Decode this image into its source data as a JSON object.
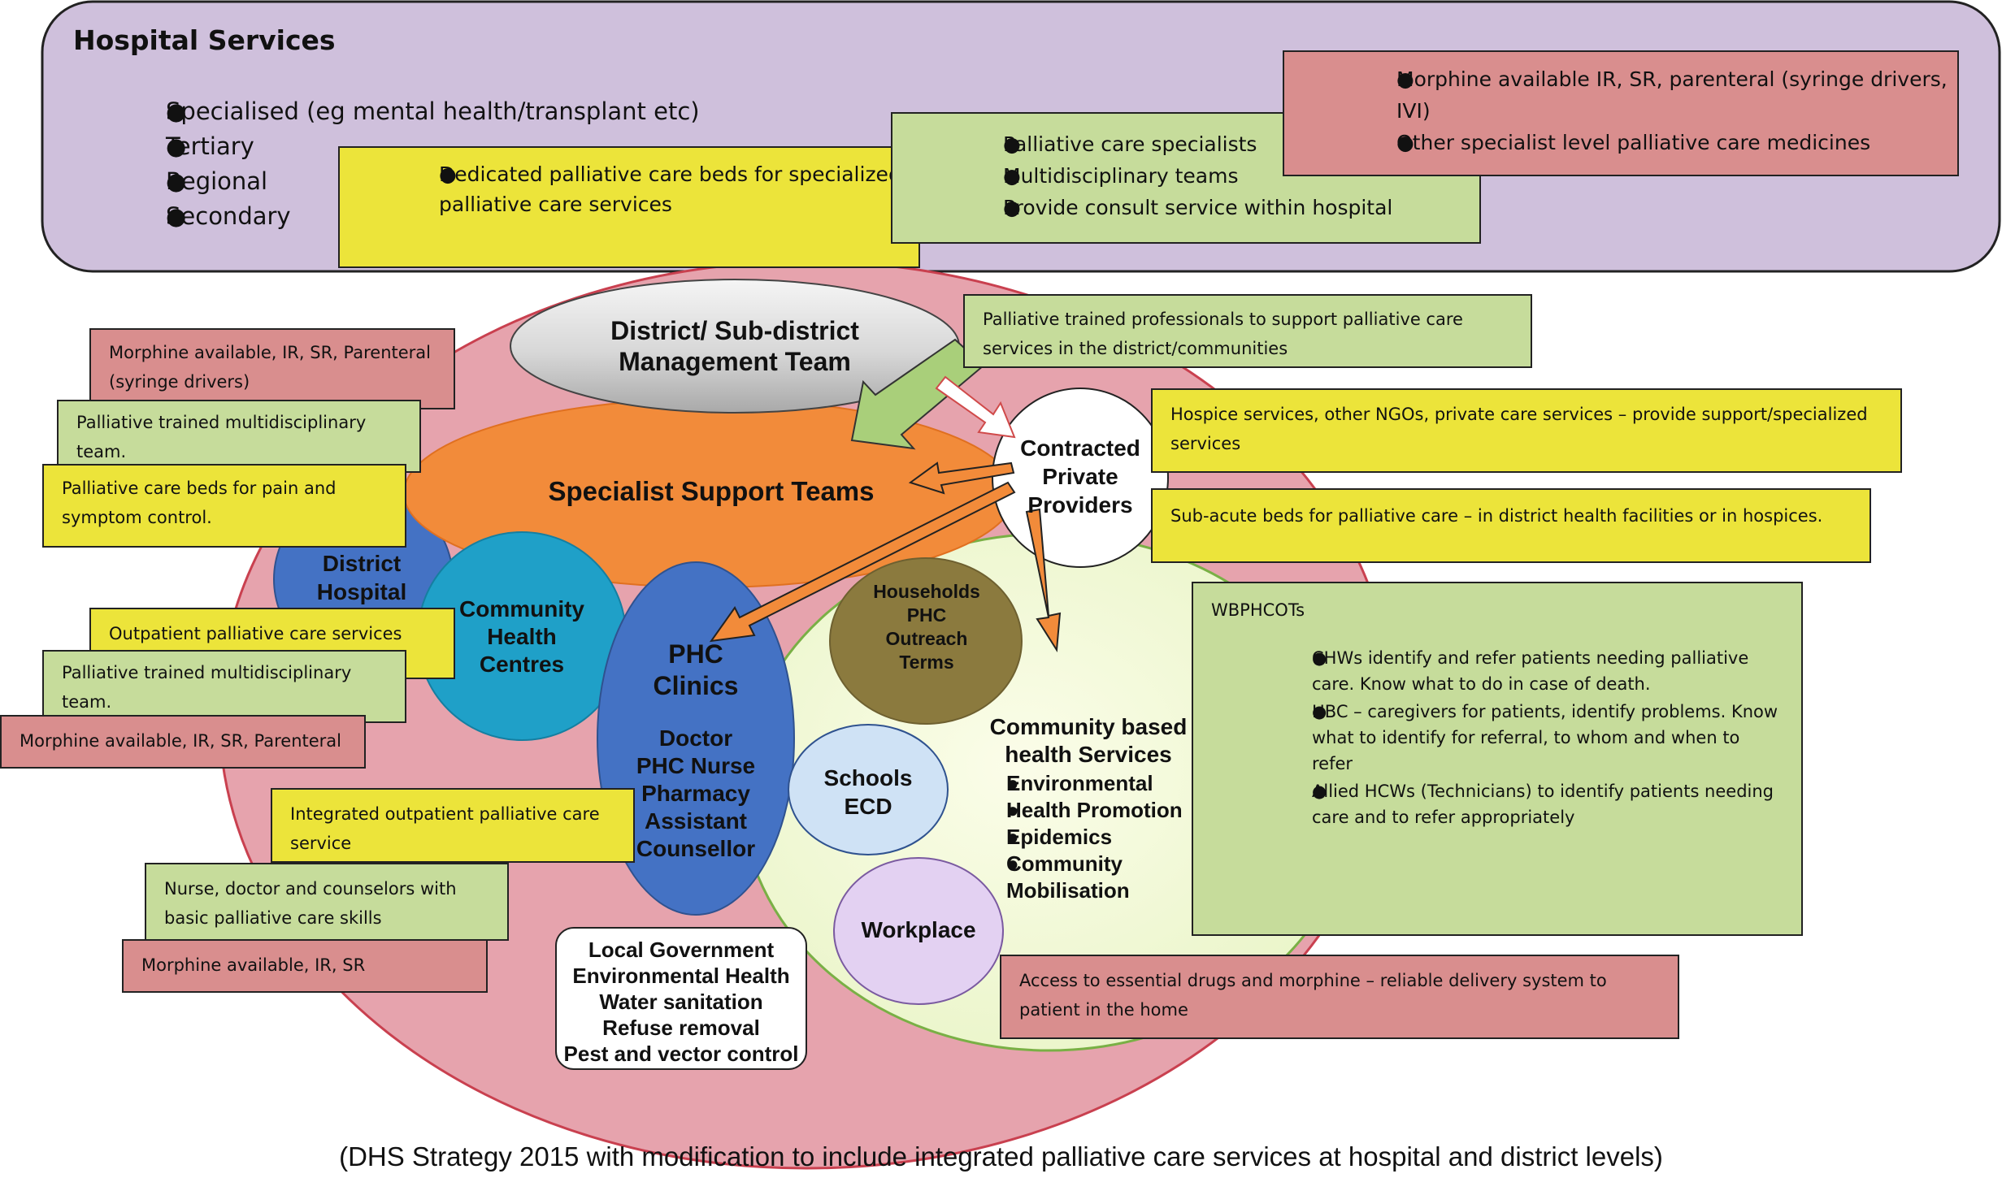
{
  "hospital_services": {
    "title": "Hospital Services",
    "levels": [
      "Specialised (eg mental health/transplant etc)",
      "Tertiary",
      "Regional",
      "Secondary"
    ],
    "beds_box": [
      "Dedicated palliative care beds for specialized palliative care services"
    ],
    "specialists_box": [
      "Palliative care specialists",
      "Multidisciplinary teams",
      "Provide consult service within hospital"
    ],
    "medicines_box": [
      "Morphine available IR, SR, parenteral (syringe drivers, IVI)",
      "Other specialist level palliative care medicines"
    ]
  },
  "district": {
    "management_team": [
      "District/ Sub-district",
      "Management Team"
    ],
    "management_note": "Palliative trained professionals to support palliative care services in the district/communities",
    "specialist_support_teams": "Specialist Support Teams",
    "contracted_private_providers": [
      "Contracted",
      "Private",
      "Providers"
    ],
    "hospice_note": "Hospice services, other NGOs, private care services – provide support/specialized services",
    "subacute_note": "Sub-acute  beds for palliative care – in district health facilities or in hospices.",
    "sst_notes": {
      "morphine": "Morphine available, IR, SR, Parenteral (syringe drivers)",
      "team": "Palliative trained multidisciplinary team.",
      "beds": "Palliative care beds for pain and symptom control."
    },
    "district_hospital": [
      "District",
      "Hospital"
    ],
    "community_health_centres": [
      "Community",
      "Health",
      "Centres"
    ],
    "chc_notes": {
      "outpatient": "Outpatient palliative care services",
      "team": "Palliative trained multidisciplinary team.",
      "morphine": "Morphine available, IR, SR, Parenteral"
    },
    "phc_clinics": {
      "title": [
        "PHC",
        "Clinics"
      ],
      "staff": [
        "Doctor",
        "PHC Nurse",
        "Pharmacy",
        "Assistant",
        "Counsellor"
      ]
    },
    "phc_notes": {
      "integrated": "Integrated outpatient palliative care service",
      "staff": "Nurse, doctor and counselors with basic palliative care skills",
      "morphine": "Morphine available, IR, SR"
    },
    "households": [
      "Households",
      "",
      "PHC",
      "Outreach",
      "Terms"
    ],
    "schools": [
      "Schools",
      "ECD"
    ],
    "workplace": "Workplace",
    "community_services": {
      "title": [
        "Community based",
        "health Services"
      ],
      "items": [
        "Environmental",
        "Health Promotion",
        "Epidemics",
        "Community",
        "Mobilisation"
      ]
    },
    "local_government": [
      "Local Government",
      "Environmental Health",
      "Water sanitation",
      "Refuse removal",
      "Pest and vector control"
    ],
    "wbphcots": {
      "title": "WBPHCOTs",
      "items": [
        "CHWs identify and refer patients needing palliative care. Know what to do in case of death.",
        "HBC  – caregivers for patients, identify problems.  Know what to identify for referral, to whom and when to refer",
        "Allied HCWs (Technicians) to identify patients needing care and to refer appropriately"
      ]
    },
    "home_note": "Access to essential drugs and morphine – reliable delivery system to patient in the home"
  },
  "caption": "(DHS Strategy 2015 with modification to include integrated palliative care services at hospital and district levels)",
  "colors": {
    "hospital_bg": "#cfc0dc",
    "district_bg": "#e6a3ad",
    "yellow": "#ece43a",
    "green": "#c6dc9b",
    "red": "#d98e8e",
    "orange": "#f28b3a",
    "blue": "#4472c4",
    "teal": "#1fa0c8"
  }
}
